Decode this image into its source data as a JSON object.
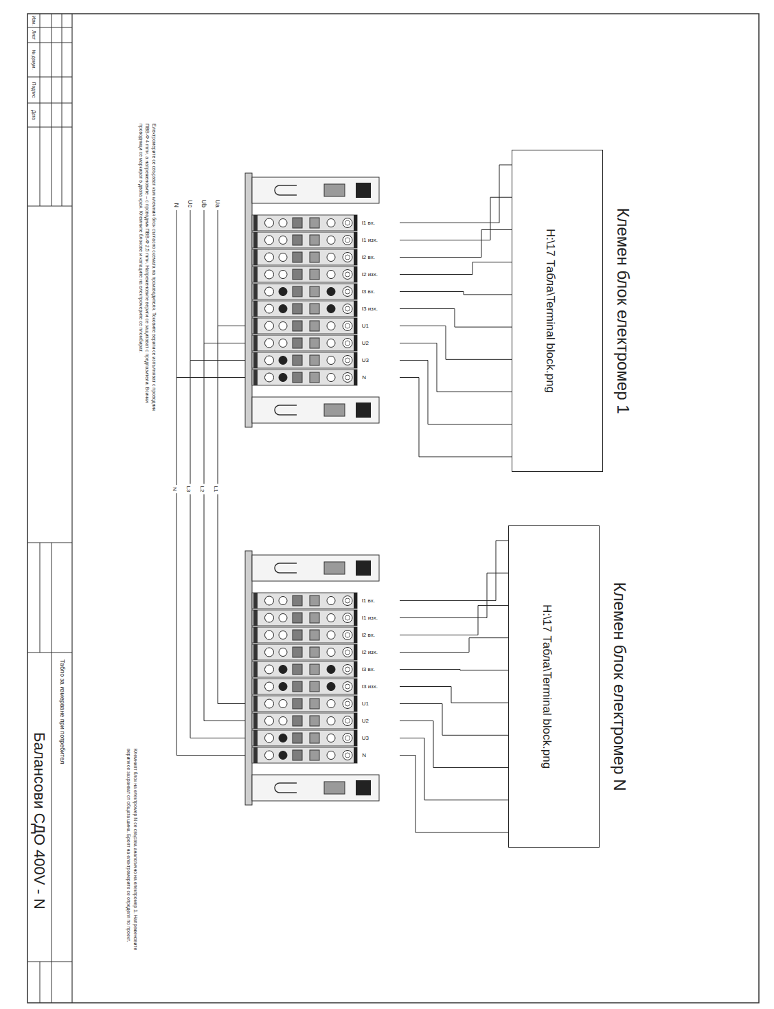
{
  "diagram": {
    "title": "Балансови СДО 400V - N",
    "nodes": [
      {
        "text": [
          "Клемен блок електромер 1",
          "H:\\17 Табла\\Terminal block.png"
        ]
      },
      {
        "text": [
          "I1 вх.",
          "I1 изх.",
          "I2 вх.",
          "I2 изх.",
          "I3 вх.",
          "I3 изх.",
          "U1",
          "U2",
          "U3",
          "N"
        ]
      },
      {
        "text": [
          "Клемен блок електромер N",
          "H:\\17 Табла\\Terminal block.png"
        ]
      },
      {
        "text": [
          "I1 вх.",
          "I1 изх.",
          "I2 вх.",
          "I2 изх.",
          "I3 вх.",
          "I3 изх.",
          "U1",
          "U2",
          "U3",
          "N"
        ]
      }
    ],
    "edges": [
      {
        "from": 0,
        "to": 1,
        "arrow": "none"
      },
      {
        "from": 0,
        "to": 1,
        "arrow": "none"
      },
      {
        "from": 0,
        "to": 1,
        "arrow": "none"
      },
      {
        "from": 0,
        "to": 1,
        "arrow": "none"
      },
      {
        "from": 0,
        "to": 1,
        "arrow": "none"
      },
      {
        "from": 0,
        "to": 1,
        "arrow": "none"
      },
      {
        "from": 0,
        "to": 1,
        "arrow": "none"
      },
      {
        "from": 0,
        "to": 1,
        "arrow": "none"
      },
      {
        "from": 0,
        "to": 1,
        "arrow": "none"
      },
      {
        "from": 0,
        "to": 1,
        "arrow": "none"
      },
      {
        "from": 2,
        "to": 3,
        "arrow": "none"
      },
      {
        "from": 2,
        "to": 3,
        "arrow": "none"
      },
      {
        "from": 2,
        "to": 3,
        "arrow": "none"
      },
      {
        "from": 2,
        "to": 3,
        "arrow": "none"
      },
      {
        "from": 2,
        "to": 3,
        "arrow": "none"
      },
      {
        "from": 2,
        "to": 3,
        "arrow": "none"
      },
      {
        "from": 2,
        "to": 3,
        "arrow": "none"
      },
      {
        "from": 2,
        "to": 3,
        "arrow": "none"
      },
      {
        "from": 2,
        "to": 3,
        "arrow": "none"
      },
      {
        "from": 2,
        "to": 3,
        "arrow": "none"
      },
      {
        "from": 1,
        "to": 3,
        "label": "L1",
        "arrow": "none"
      },
      {
        "from": 1,
        "to": 3,
        "label": "L2",
        "arrow": "none"
      },
      {
        "from": 1,
        "to": 3,
        "label": "L3",
        "arrow": "none"
      },
      {
        "from": 1,
        "to": 3,
        "label": "N",
        "arrow": "none"
      }
    ],
    "labels": [
      "Ua",
      "Ub",
      "Uc",
      "N",
      "Електромерите се свързват към клемния блок съгласно схемата на производителя. Токовите вериги се изпълняват с проводник ПВВ-Ф 4 mm², а напреженовите – с проводник ПВВ-Ф 2,5 mm². Напреженовите вериги се защитават с предпазители. Всички проводници се маркират в двата края. Клемните блокове и капаците на електромерите се пломбират.",
      "Клемният блок на електромер N се свързва аналогично на електромер 1. Напреженовите вериги се захранват от общата шина. Броят на електромерите се определя по проект.",
      "Изм.",
      "Лист",
      "№ докум.",
      "Подпис",
      "Дата",
      "Табло за измерване при потребител"
    ]
  }
}
